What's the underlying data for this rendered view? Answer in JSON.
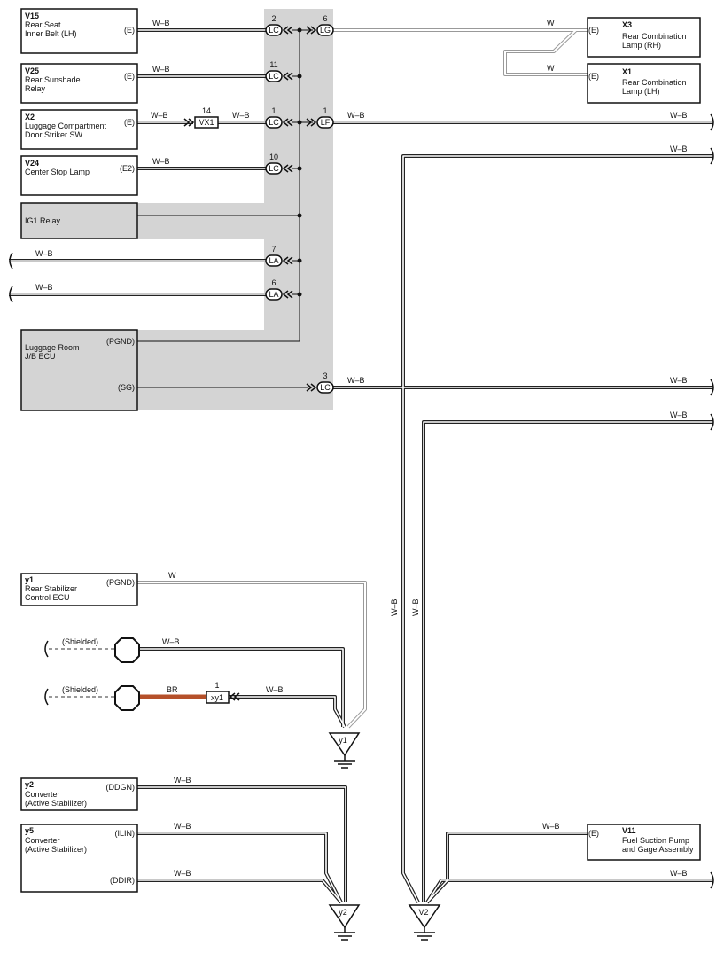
{
  "components": {
    "v15": {
      "code": "V15",
      "line1": "Rear Seat",
      "line2": "Inner Belt (LH)",
      "pin": "(E)"
    },
    "v25": {
      "code": "V25",
      "line1": "Rear Sunshade",
      "line2": "Relay",
      "pin": "(E)"
    },
    "x2": {
      "code": "X2",
      "line1": "Luggage Compartment",
      "line2": "Door Striker SW",
      "pin": "(E)"
    },
    "v24": {
      "code": "V24",
      "line1": "Center Stop Lamp",
      "pin": "(E2)"
    },
    "ig1": {
      "line1": "IG1 Relay"
    },
    "jb": {
      "line1": "Luggage Room",
      "line2": "J/B ECU",
      "pin_pgnd": "(PGND)",
      "pin_sg": "(SG)"
    },
    "x3": {
      "code": "X3",
      "line1": "Rear Combination",
      "line2": "Lamp (RH)",
      "pin": "(E)"
    },
    "x1": {
      "code": "X1",
      "line1": "Rear Combination",
      "line2": "Lamp (LH)",
      "pin": "(E)"
    },
    "y1": {
      "code": "y1",
      "line1": "Rear Stabilizer",
      "line2": "Control ECU",
      "pin": "(PGND)"
    },
    "y2": {
      "code": "y2",
      "line1": "Converter",
      "line2": "(Active Stabilizer)",
      "pin": "(DDGN)"
    },
    "y5": {
      "code": "y5",
      "line1": "Converter",
      "line2": "(Active Stabilizer)",
      "pin_ilin": "(ILIN)",
      "pin_ddir": "(DDIR)"
    },
    "v11": {
      "code": "V11",
      "line1": "Fuel Suction Pump",
      "line2": "and Gage Assembly",
      "pin": "(E)"
    }
  },
  "connectors": {
    "lc2": {
      "label": "LC",
      "pin": "2"
    },
    "lg6": {
      "label": "LG",
      "pin": "6"
    },
    "lc11": {
      "label": "LC",
      "pin": "11"
    },
    "vx1": {
      "label": "VX1",
      "pin": "14"
    },
    "lc1": {
      "label": "LC",
      "pin": "1"
    },
    "lf1": {
      "label": "LF",
      "pin": "1"
    },
    "lc10": {
      "label": "LC",
      "pin": "10"
    },
    "la7": {
      "label": "LA",
      "pin": "7"
    },
    "la6": {
      "label": "LA",
      "pin": "6"
    },
    "lc3": {
      "label": "LC",
      "pin": "3"
    },
    "xy1": {
      "label": "xy1",
      "pin": "1"
    }
  },
  "wires": {
    "wb": "W–B",
    "w": "W",
    "br": "BR",
    "shielded": "(Shielded)"
  },
  "grounds": {
    "y1": "y1",
    "y2": "y2",
    "v2": "V2"
  },
  "colors": {
    "gray_area": "#d4d4d4",
    "box_fill": "#d4d4d4",
    "br_wire": "#b5502a"
  }
}
